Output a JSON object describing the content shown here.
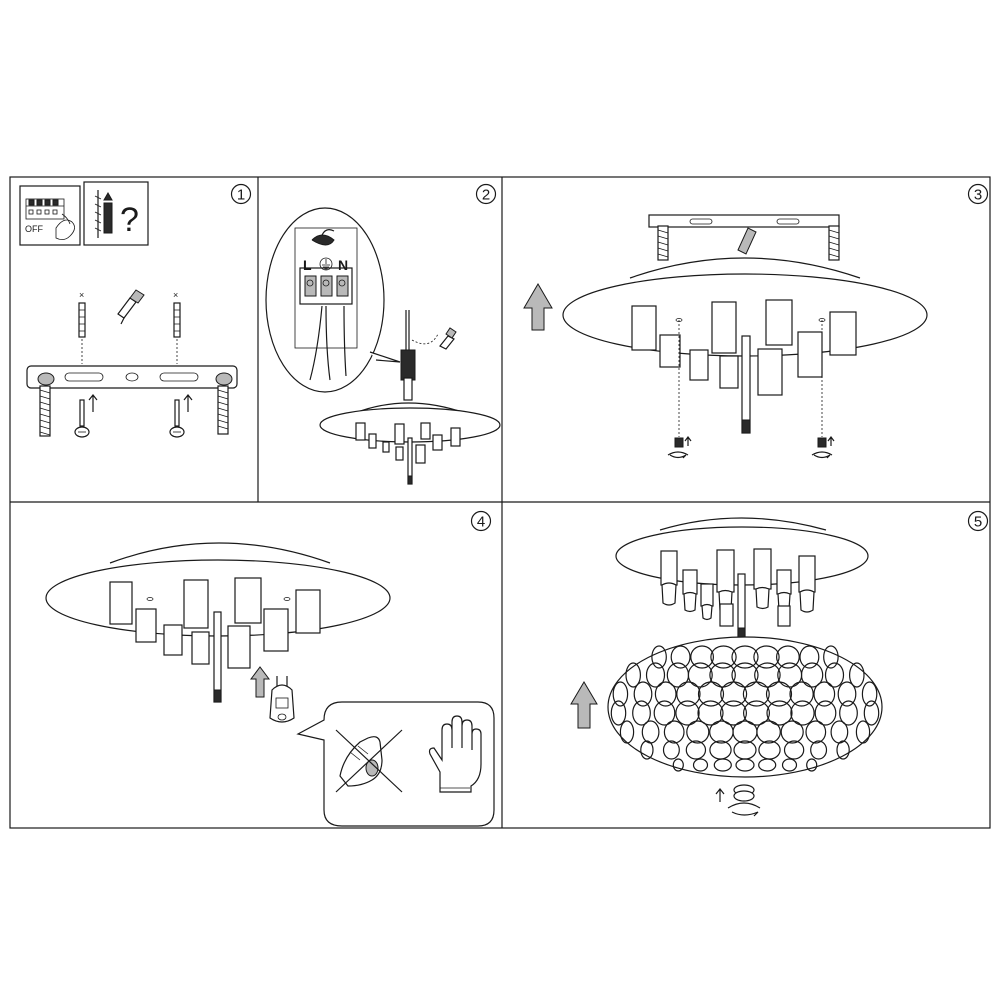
{
  "steps": [
    {
      "number": "1",
      "switch_label": "OFF"
    },
    {
      "number": "2",
      "terminal_labels": [
        "L",
        "N"
      ]
    },
    {
      "number": "3"
    },
    {
      "number": "4"
    },
    {
      "number": "5"
    }
  ],
  "icons": [
    "power-switch-off-icon",
    "drill-question-icon",
    "arrow-up-icon",
    "no-bare-hand-icon",
    "glove-icon",
    "earth-symbol-icon"
  ],
  "colors": {
    "line": "#1a1a1a",
    "arrow_fill": "#b9b9b9",
    "background": "#ffffff"
  }
}
